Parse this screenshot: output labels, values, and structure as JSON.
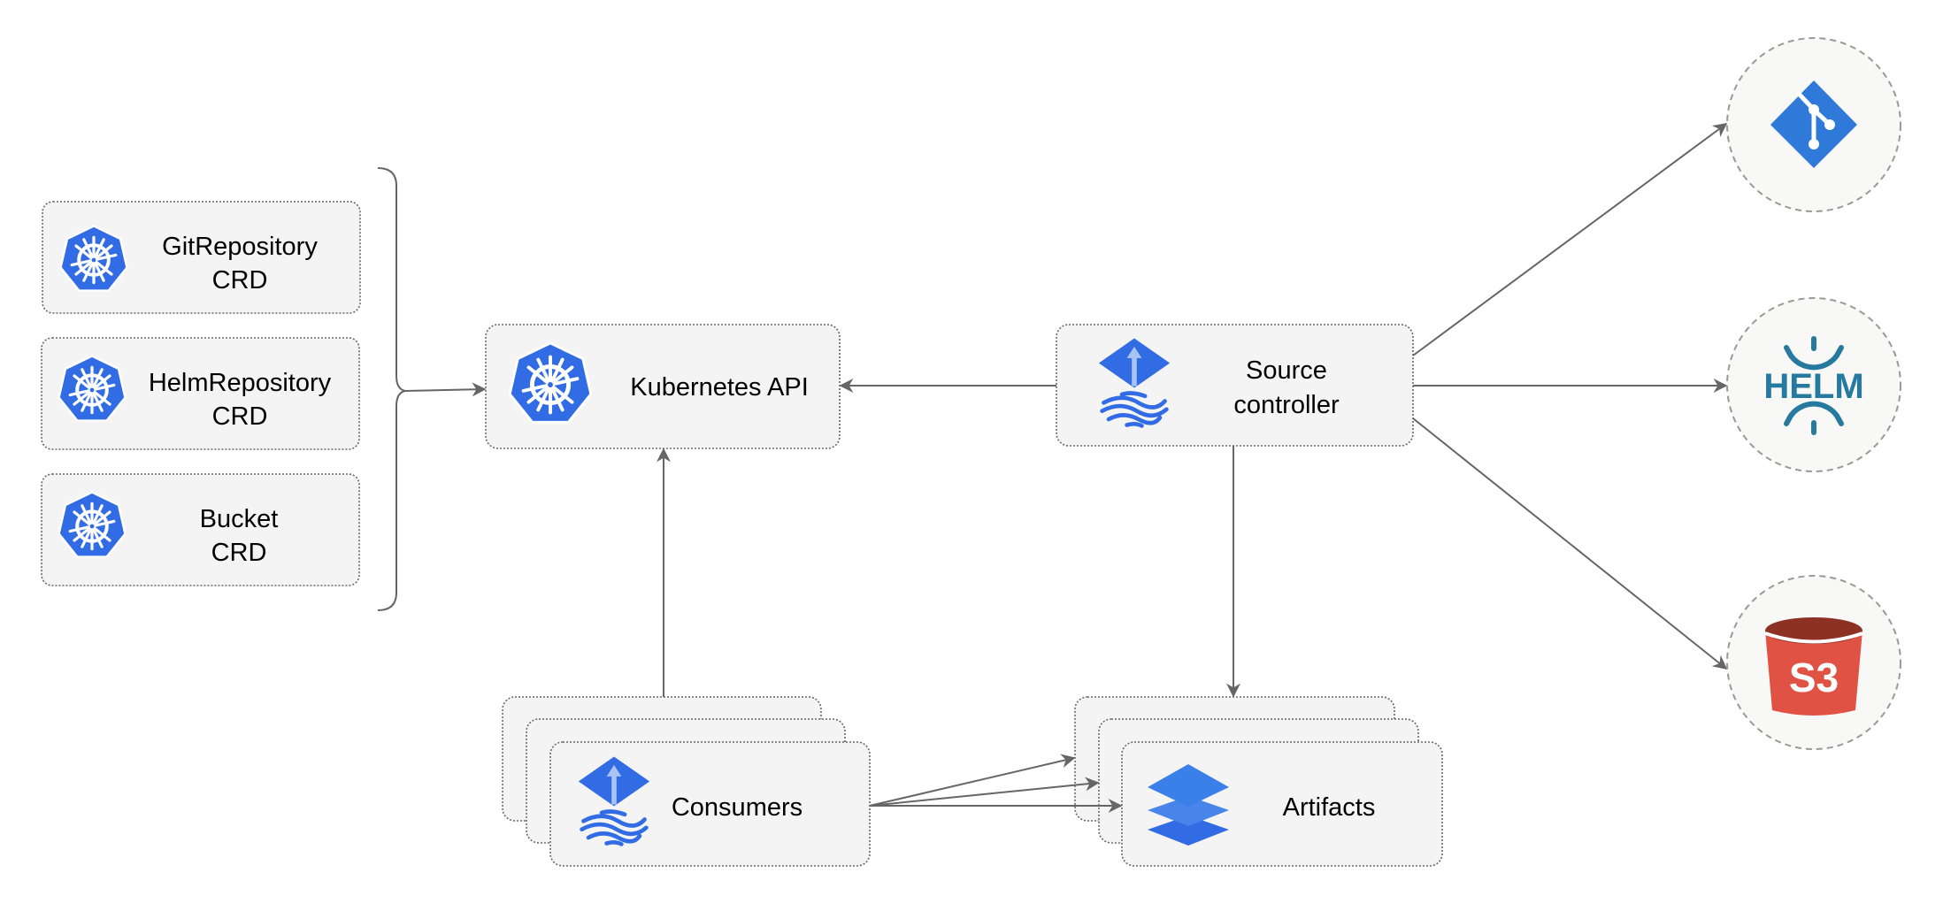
{
  "nodes": {
    "git_repository_crd": {
      "line1": "GitRepository",
      "line2": "CRD",
      "icon": "kubernetes-icon"
    },
    "helm_repository_crd": {
      "line1": "HelmRepository",
      "line2": "CRD",
      "icon": "kubernetes-icon"
    },
    "bucket_crd": {
      "line1": "Bucket",
      "line2": "CRD",
      "icon": "kubernetes-icon"
    },
    "kubernetes_api": {
      "label": "Kubernetes API",
      "icon": "kubernetes-icon"
    },
    "source_controller": {
      "line1": "Source",
      "line2": "controller",
      "icon": "flux-icon"
    },
    "consumers": {
      "label": "Consumers",
      "icon": "flux-icon"
    },
    "artifacts": {
      "label": "Artifacts",
      "icon": "layers-icon"
    },
    "git": {
      "icon": "git-icon"
    },
    "helm": {
      "logo_text": "HELM",
      "icon": "helm-icon"
    },
    "s3": {
      "logo_text": "S3",
      "icon": "s3-bucket-icon"
    }
  },
  "colors": {
    "kubernetes_blue": "#326ce5",
    "helm_blue": "#277a9f",
    "s3_red": "#e05243",
    "s3_dark": "#8c3123",
    "node_fill": "#f4f4f4",
    "edge": "#666666"
  }
}
